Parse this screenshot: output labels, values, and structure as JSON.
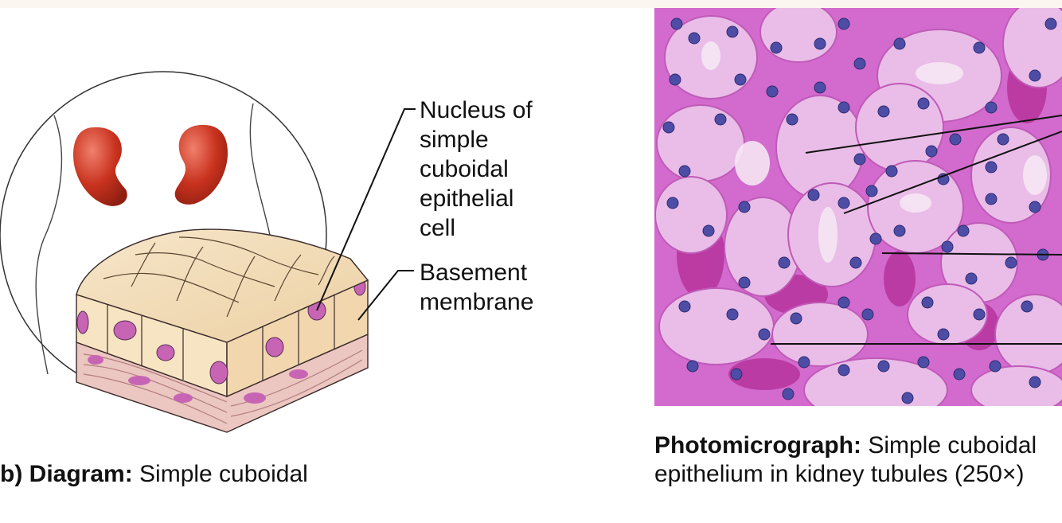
{
  "diagram": {
    "labels": {
      "nucleus": [
        "Nucleus of",
        "simple",
        "cuboidal",
        "epithelial",
        "cell"
      ],
      "basement": [
        "Basement",
        "membrane"
      ]
    },
    "caption_bold": "b) Diagram:",
    "caption_text": " Simple cuboidal"
  },
  "photo": {
    "caption_bold": "Photomicrograph:",
    "caption_line1": " Simple cuboidal",
    "caption_line2": "epithelium in kidney tubules (250×)"
  },
  "colors": {
    "kidney": "#c8321e",
    "cell_top": "#f2dcb8",
    "cell_side": "#f6e3c2",
    "nucleus": "#c765b4",
    "basement": "#e9c3bd",
    "tissue_bg": "#d66ad0",
    "tubule": "#e7b5e9",
    "tissue_nucleus": "#4e4da6"
  }
}
